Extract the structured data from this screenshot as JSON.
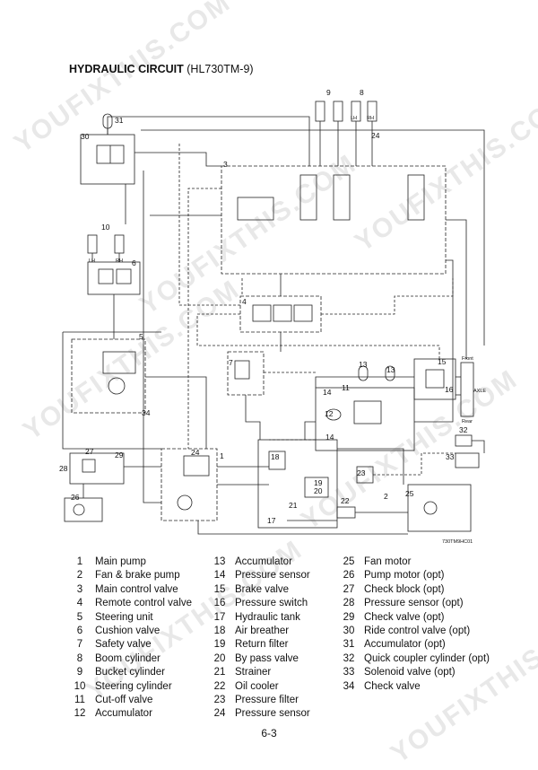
{
  "title": {
    "main": "HYDRAULIC CIRCUIT",
    "model": "(HL730TM-9)"
  },
  "drawing_code": "730TM9HC01",
  "page_number": "6-3",
  "watermark": "YOUFIXTHIS.COM",
  "labels": {
    "boom_lh": "LH",
    "boom_rh": "RH",
    "steer_lh": "LH",
    "steer_rh": "RH",
    "front": "Front",
    "rear": "Rear",
    "axle": "AXLE"
  },
  "callouts": [
    "1",
    "2",
    "3",
    "4",
    "5",
    "6",
    "7",
    "8",
    "9",
    "10",
    "11",
    "12",
    "13",
    "14",
    "15",
    "16",
    "17",
    "18",
    "19",
    "20",
    "21",
    "22",
    "23",
    "24",
    "25",
    "26",
    "27",
    "28",
    "29",
    "30",
    "31",
    "32",
    "33",
    "34"
  ],
  "legend": [
    [
      {
        "n": "1",
        "t": "Main pump"
      },
      {
        "n": "2",
        "t": "Fan & brake  pump"
      },
      {
        "n": "3",
        "t": "Main control valve"
      },
      {
        "n": "4",
        "t": "Remote control valve"
      },
      {
        "n": "5",
        "t": "Steering unit"
      },
      {
        "n": "6",
        "t": "Cushion valve"
      },
      {
        "n": "7",
        "t": "Safety valve"
      },
      {
        "n": "8",
        "t": "Boom cylinder"
      },
      {
        "n": "9",
        "t": "Bucket cylinder"
      },
      {
        "n": "10",
        "t": "Steering cylinder"
      },
      {
        "n": "11",
        "t": "Cut-off valve"
      },
      {
        "n": "12",
        "t": "Accumulator"
      }
    ],
    [
      {
        "n": "13",
        "t": "Accumulator"
      },
      {
        "n": "14",
        "t": "Pressure sensor"
      },
      {
        "n": "15",
        "t": "Brake valve"
      },
      {
        "n": "16",
        "t": "Pressure switch"
      },
      {
        "n": "17",
        "t": "Hydraulic tank"
      },
      {
        "n": "18",
        "t": "Air breather"
      },
      {
        "n": "19",
        "t": "Return filter"
      },
      {
        "n": "20",
        "t": "By pass valve"
      },
      {
        "n": "21",
        "t": "Strainer"
      },
      {
        "n": "22",
        "t": "Oil cooler"
      },
      {
        "n": "23",
        "t": "Pressure filter"
      },
      {
        "n": "24",
        "t": "Pressure sensor"
      }
    ],
    [
      {
        "n": "25",
        "t": "Fan motor"
      },
      {
        "n": "26",
        "t": "Pump motor (opt)"
      },
      {
        "n": "27",
        "t": "Check block (opt)"
      },
      {
        "n": "28",
        "t": "Pressure sensor (opt)"
      },
      {
        "n": "29",
        "t": "Check valve (opt)"
      },
      {
        "n": "30",
        "t": "Ride control valve (opt)"
      },
      {
        "n": "31",
        "t": "Accumulator (opt)"
      },
      {
        "n": "32",
        "t": "Quick coupler cylinder (opt)"
      },
      {
        "n": "33",
        "t": "Solenoid valve (opt)"
      },
      {
        "n": "34",
        "t": "Check valve"
      }
    ]
  ]
}
